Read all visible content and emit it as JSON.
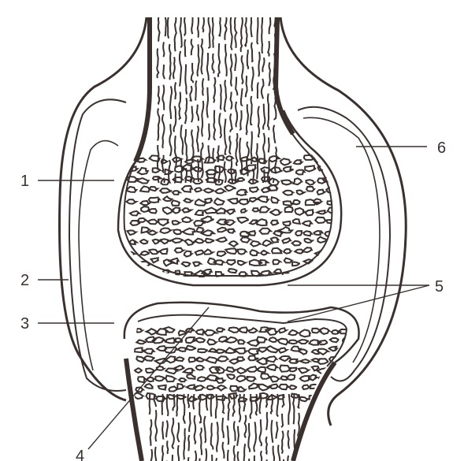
{
  "labels": {
    "l1": "1",
    "l2": "2",
    "l3": "3",
    "l4": "4",
    "l5": "5",
    "l6": "6"
  },
  "colors": {
    "ink": "#3a302e",
    "paper": "#ffffff"
  }
}
